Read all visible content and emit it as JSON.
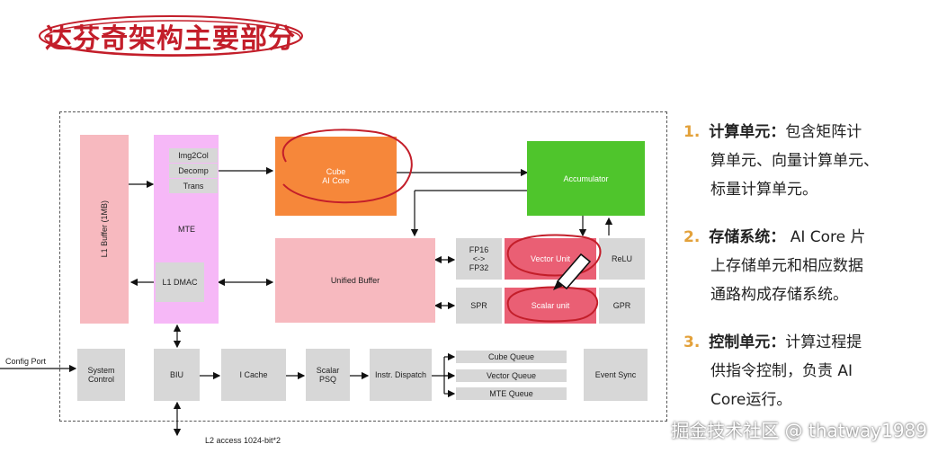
{
  "title": "达芬奇架构主要部分",
  "diagram": {
    "l1_buffer": "L1 Buffer (1MB)",
    "mte": {
      "img2col": "Img2Col",
      "decomp": "Decomp",
      "trans": "Trans",
      "label": "MTE",
      "l1_dmac": "L1 DMAC"
    },
    "cube": {
      "line1": "Cube",
      "line2": "AI Core"
    },
    "accumulator": "Accumulator",
    "unified_buffer": "Unified Buffer",
    "fp": {
      "line1": "FP16",
      "line2": "<->",
      "line3": "FP32"
    },
    "vector_unit": "Vector Unit",
    "relu": "ReLU",
    "spr": "SPR",
    "scalar_unit": "Scalar unit",
    "gpr": "GPR",
    "config_port": "Config Port",
    "system_control": {
      "line1": "System",
      "line2": "Control"
    },
    "biu": "BIU",
    "icache": "I Cache",
    "scalar_psq": {
      "line1": "Scalar",
      "line2": "PSQ"
    },
    "instr_dispatch": "Instr. Dispatch",
    "cube_queue": "Cube Queue",
    "vector_queue": "Vector Queue",
    "mte_queue": "MTE Queue",
    "event_sync": "Event Sync",
    "l2_access": "L2 access 1024-bit*2"
  },
  "points": [
    {
      "num": "1.",
      "head": "计算单元：",
      "lines": [
        "包含矩阵计",
        "算单元、向量计算单元、",
        "标量计算单元。"
      ]
    },
    {
      "num": "2.",
      "head": "存储系统：",
      "lines": [
        " AI Core 片",
        "上存储单元和相应数据",
        "通路构成存储系统。"
      ]
    },
    {
      "num": "3.",
      "head": "控制单元：",
      "lines": [
        "计算过程提",
        "供指令控制，负责 AI",
        "Core运行。"
      ]
    }
  ],
  "watermark": "掘金技术社区 @ thatway1989"
}
